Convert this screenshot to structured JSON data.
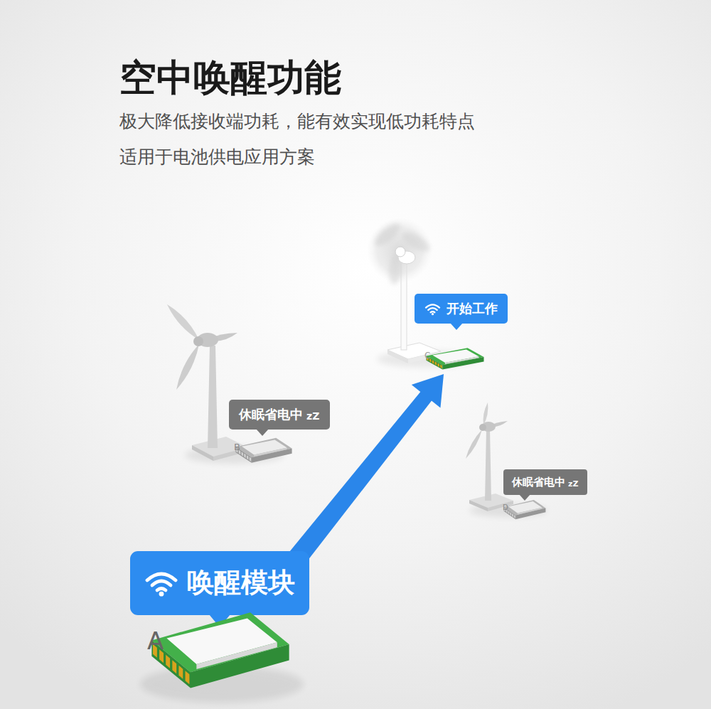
{
  "diagram": {
    "title": "空中唤醒功能",
    "nodes": [
      {
        "text": [
          "开始工作"
        ]
      },
      {
        "text": [
          "C"
        ]
      },
      {
        "text": [
          "休眠省电中",
          "zZ"
        ]
      },
      {
        "text": [
          "B"
        ]
      },
      {
        "text": [
          "休眠省电中",
          "zZ"
        ]
      },
      {
        "text": [
          "D"
        ]
      },
      {
        "text": [
          "唤醒模块"
        ]
      },
      {
        "text": [
          "A"
        ]
      }
    ],
    "edges": [
      {
        "from": 7,
        "to": 1,
        "arrow": "to"
      }
    ],
    "labels": [
      "极大降低接收端功耗，能有效实现低功耗特点",
      "适用于电池供电应用方案"
    ]
  }
}
